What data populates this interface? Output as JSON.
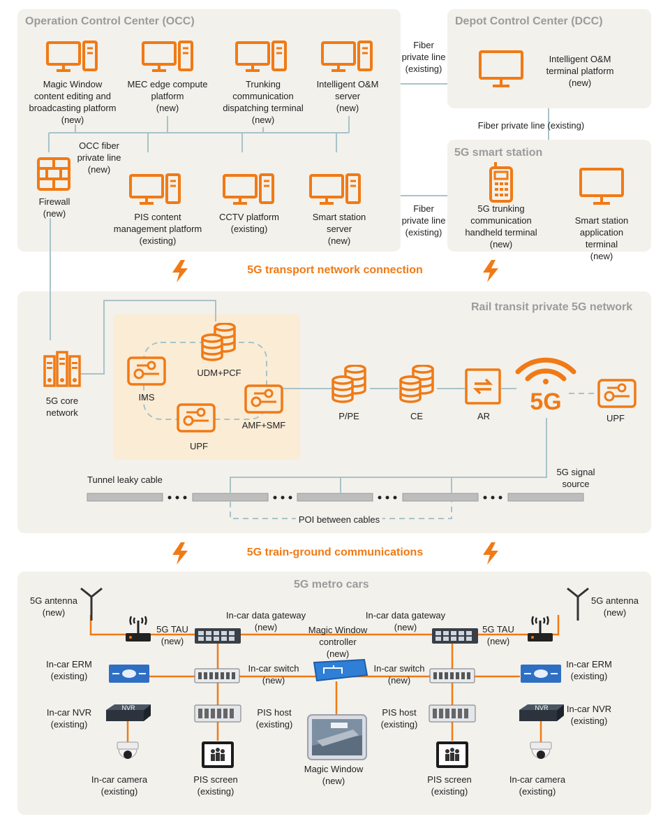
{
  "occ": {
    "title": "Operation Control Center (OCC)",
    "magic_window_platform": "Magic Window\ncontent editing and\nbroadcasting platform\n(new)",
    "mec": "MEC edge compute\nplatform\n(new)",
    "trunking_terminal": "Trunking\ncommunication\ndispatching terminal\n(new)",
    "om_server": "Intelligent O&M\nserver\n(new)",
    "fiber_line": "OCC fiber\nprivate line\n(new)",
    "firewall": "Firewall\n(new)",
    "pis_platform": "PIS content\nmanagement platform\n(existing)",
    "cctv": "CCTV platform\n(existing)",
    "smart_server": "Smart station\nserver\n(new)"
  },
  "dcc": {
    "title": "Depot Control Center (DCC)",
    "om_terminal": "Intelligent O&M\nterminal platform\n(new)",
    "fiber_top": "Fiber\nprivate line\n(existing)",
    "fiber_mid": "Fiber private line (existing)"
  },
  "station": {
    "title": "5G smart station",
    "fiber": "Fiber\nprivate line\n(existing)",
    "handheld": "5G trunking\ncommunication\nhandheld terminal\n(new)",
    "app_terminal": "Smart station\napplication terminal\n(new)"
  },
  "transport_title": "5G transport network connection",
  "network": {
    "title": "Rail transit private 5G network",
    "udm": "UDM+PCF",
    "ims": "IMS",
    "amf": "AMF+SMF",
    "upf_core": "UPF",
    "core": "5G core\nnetwork",
    "ppe": "P/PE",
    "ce": "CE",
    "ar": "AR",
    "upf": "UPF",
    "leaky": "Tunnel leaky cable",
    "signal": "5G signal\nsource",
    "poi": "POI between cables",
    "fiveg": "5G"
  },
  "train_ground_title": "5G train-ground communications",
  "cars": {
    "title": "5G metro cars",
    "antenna": "5G antenna\n(new)",
    "tau": "5G TAU\n(new)",
    "gateway": "In-car data gateway\n(new)",
    "mw_controller": "Magic Window\ncontroller\n(new)",
    "erm": "In-car ERM\n(existing)",
    "switch": "In-car switch\n(new)",
    "nvr": "In-car NVR\n(existing)",
    "pis_host": "PIS host\n(existing)",
    "camera": "In-car camera\n(existing)",
    "pis_screen": "PIS screen\n(existing)",
    "magic_window": "Magic Window\n(new)",
    "nvr_text": "NVR"
  },
  "colors": {
    "orange": "#f07a15",
    "line": "#a7c3c8",
    "panel": "#f3f1ec",
    "core_box": "#fbecd6"
  }
}
